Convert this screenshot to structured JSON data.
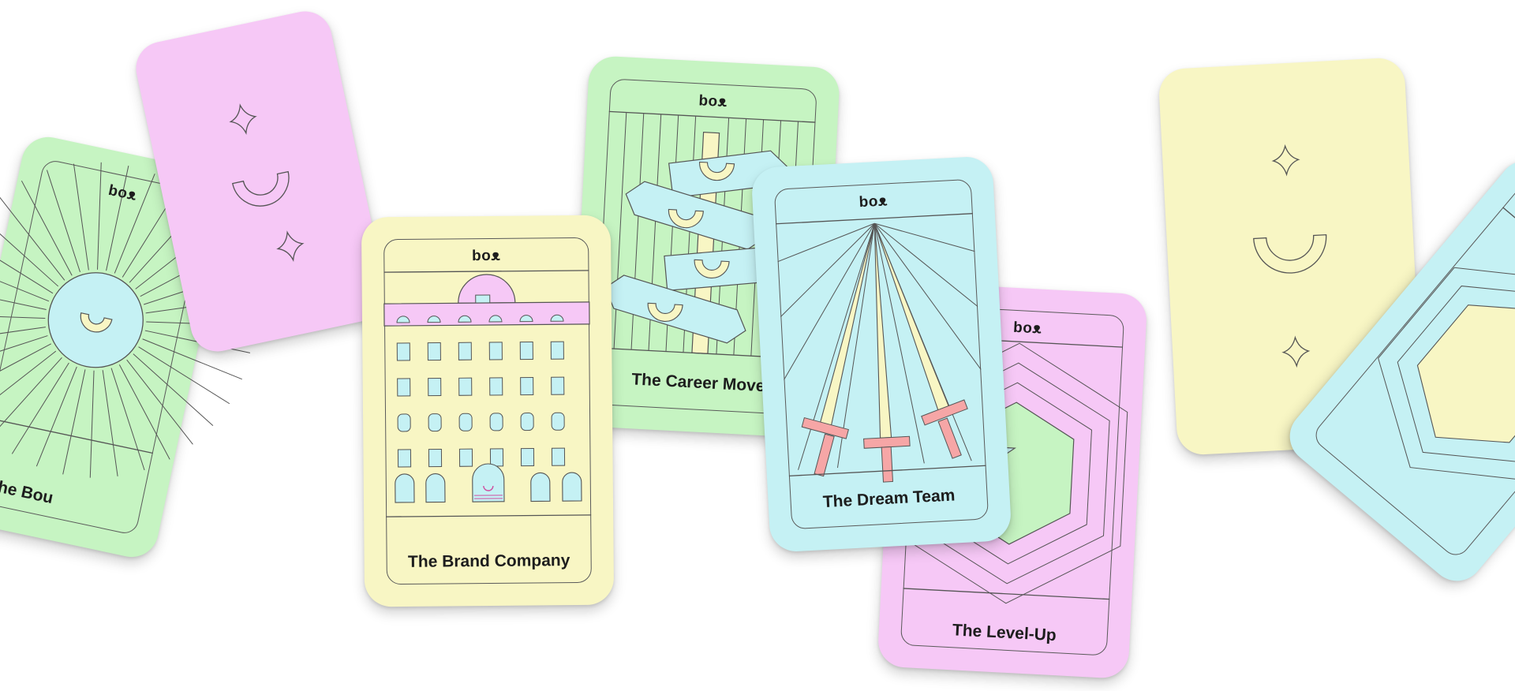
{
  "logo_text": "bo̬",
  "logo": "boᴥ",
  "cards": {
    "the_bou": {
      "title": "The Bou"
    },
    "brand_company": {
      "title": "The Brand Company"
    },
    "career_move": {
      "title": "The Career Move"
    },
    "dream_team": {
      "title": "The Dream Team"
    },
    "level_up": {
      "title": "The Level-Up"
    }
  },
  "colors": {
    "green": "#c6f4c2",
    "pink": "#f6c8f6",
    "yellow": "#f8f6c4",
    "blue": "#c5f1f4",
    "line": "#5a5a5a"
  }
}
